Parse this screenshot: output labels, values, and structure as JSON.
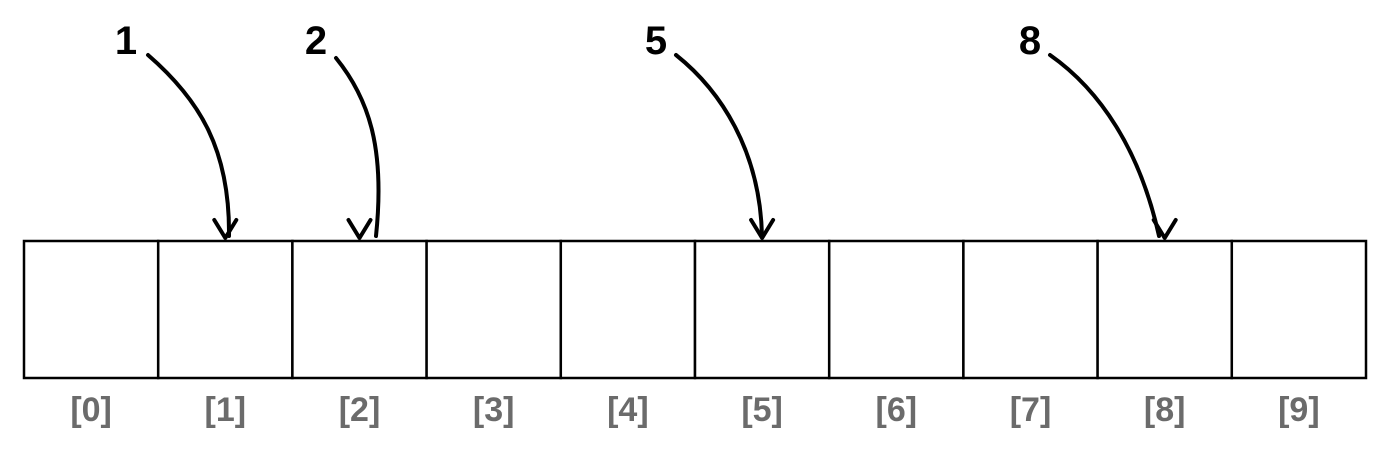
{
  "colors": {
    "cell_border": "#000000",
    "index_label": "#6b6b6b",
    "pointer_label": "#000000",
    "arrow": "#000000",
    "background": "#ffffff"
  },
  "array": {
    "cells": [
      {
        "index_label": "[0]"
      },
      {
        "index_label": "[1]"
      },
      {
        "index_label": "[2]"
      },
      {
        "index_label": "[3]"
      },
      {
        "index_label": "[4]"
      },
      {
        "index_label": "[5]"
      },
      {
        "index_label": "[6]"
      },
      {
        "index_label": "[7]"
      },
      {
        "index_label": "[8]"
      },
      {
        "index_label": "[9]"
      }
    ]
  },
  "pointers": [
    {
      "label": "1",
      "target_index": 1
    },
    {
      "label": "2",
      "target_index": 2
    },
    {
      "label": "5",
      "target_index": 5
    },
    {
      "label": "8",
      "target_index": 8
    }
  ]
}
